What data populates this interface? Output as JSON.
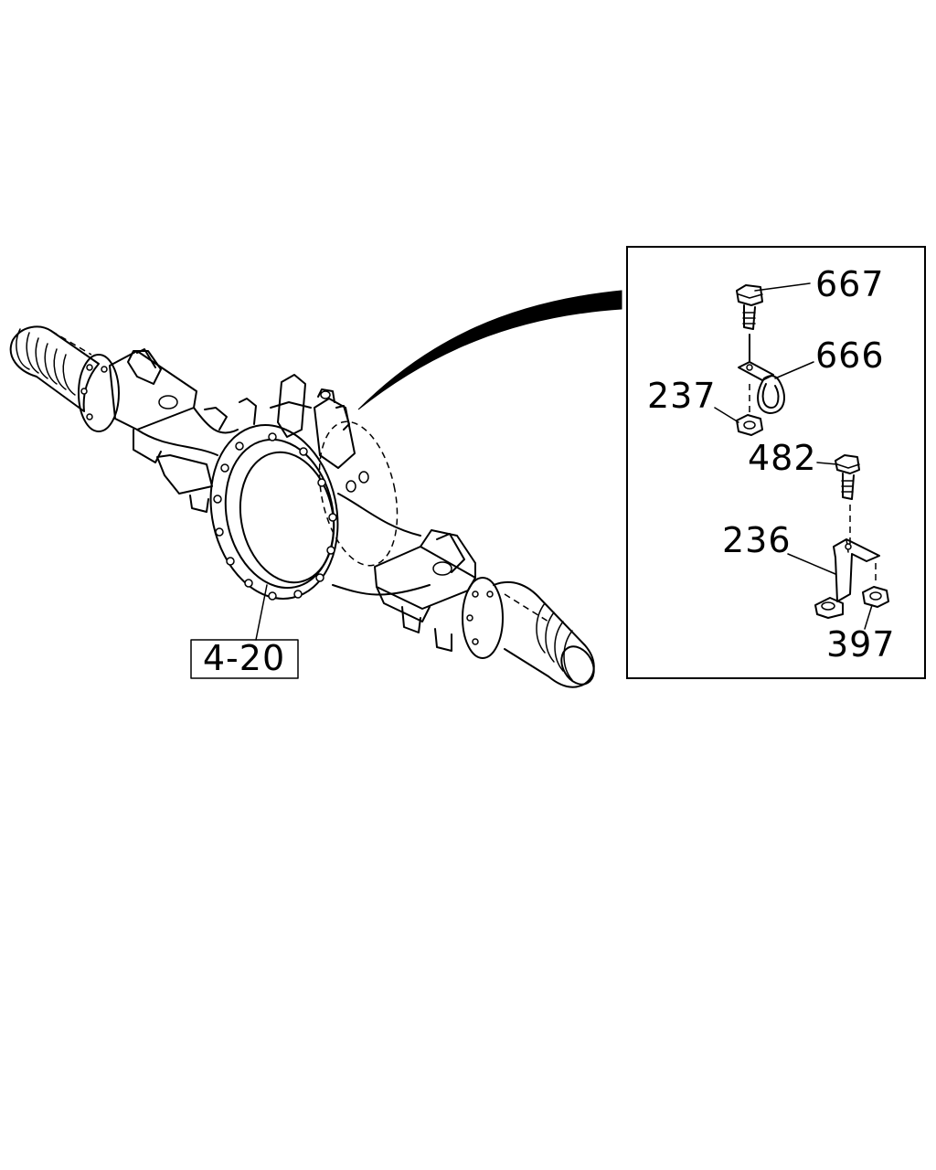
{
  "figure": {
    "reference_box_label": "4-20",
    "callouts": [
      {
        "id": "667",
        "label": "667"
      },
      {
        "id": "666",
        "label": "666"
      },
      {
        "id": "237",
        "label": "237"
      },
      {
        "id": "482",
        "label": "482"
      },
      {
        "id": "236",
        "label": "236"
      },
      {
        "id": "397",
        "label": "397"
      }
    ]
  }
}
